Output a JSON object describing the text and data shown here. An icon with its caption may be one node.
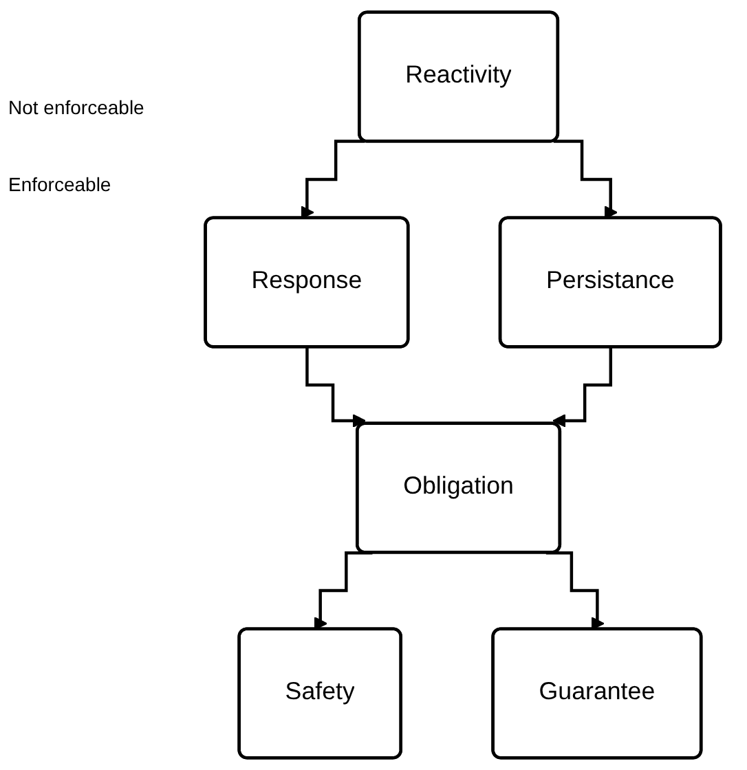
{
  "diagram": {
    "nodes": [
      {
        "text": [
          "Reactivity"
        ]
      },
      {
        "text": [
          "Response"
        ]
      },
      {
        "text": [
          "Persistance"
        ]
      },
      {
        "text": [
          "Obligation"
        ]
      },
      {
        "text": [
          "Safety"
        ]
      },
      {
        "text": [
          "Guarantee"
        ]
      }
    ],
    "edges": [
      {
        "from": 0,
        "to": 1,
        "arrow": "to"
      },
      {
        "from": 0,
        "to": 2,
        "arrow": "to"
      },
      {
        "from": 1,
        "to": 3,
        "arrow": "to"
      },
      {
        "from": 2,
        "to": 3,
        "arrow": "to"
      },
      {
        "from": 3,
        "to": 4,
        "arrow": "to"
      },
      {
        "from": 3,
        "to": 5,
        "arrow": "to"
      }
    ],
    "labels": [
      "Not enforceable",
      "Enforceable"
    ]
  }
}
